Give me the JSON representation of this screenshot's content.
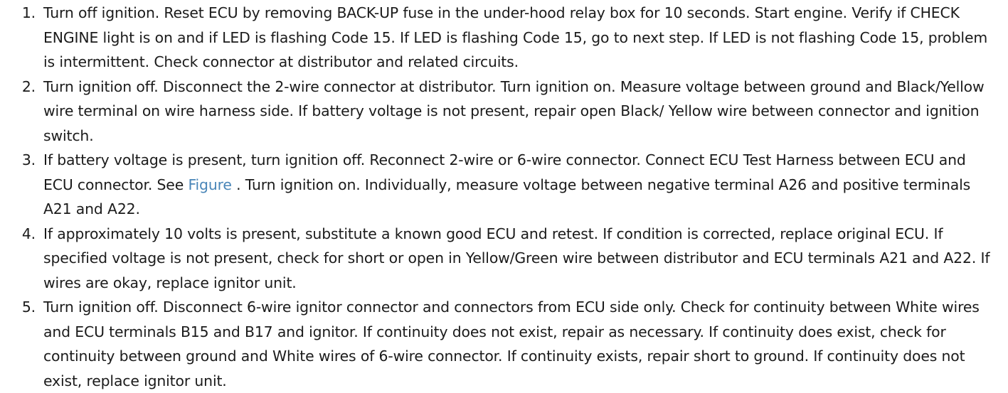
{
  "steps": [
    {
      "number": "1.",
      "text": "Turn off ignition. Reset ECU by removing BACK-UP fuse in the under-hood relay box for 10 seconds. Start engine. Verify if CHECK ENGINE light is on and if LED is flashing Code 15. If LED is flashing Code 15, go to next step. If LED is not flashing Code 15, problem is intermittent. Check connector at distributor and related circuits."
    },
    {
      "number": "2.",
      "text": "Turn ignition off. Disconnect the 2-wire connector at distributor. Turn ignition on. Measure voltage between ground and Black/Yellow wire terminal on wire harness side. If battery voltage is not present, repair open Black/ Yellow wire between connector and ignition switch."
    },
    {
      "number": "3.",
      "text_before": "If battery voltage is present, turn ignition off. Reconnect 2-wire or 6-wire connector. Connect ECU Test Harness between ECU and ECU connector. See ",
      "link": "Figure",
      "text_after": " . Turn ignition on. Individually, measure voltage between negative terminal A26 and positive terminals A21 and A22."
    },
    {
      "number": "4.",
      "text": "If approximately 10 volts is present, substitute a known good ECU and retest. If condition is corrected, replace original ECU. If specified voltage is not present, check for short or open in Yellow/Green wire between distributor and ECU terminals A21 and A22. If wires are okay, replace ignitor unit."
    },
    {
      "number": "5.",
      "text": "Turn ignition off. Disconnect 6-wire ignitor connector and connectors from ECU side only. Check for continuity between White wires and ECU terminals B15 and B17 and ignitor. If continuity does not exist, repair as necessary. If continuity does exist, check for continuity between ground and White wires of 6-wire connector. If continuity exists, repair short to ground. If continuity does not exist, replace ignitor unit."
    }
  ],
  "colors": {
    "text": "#1b1b1b",
    "link": "#4a86b8",
    "background": "#ffffff"
  }
}
